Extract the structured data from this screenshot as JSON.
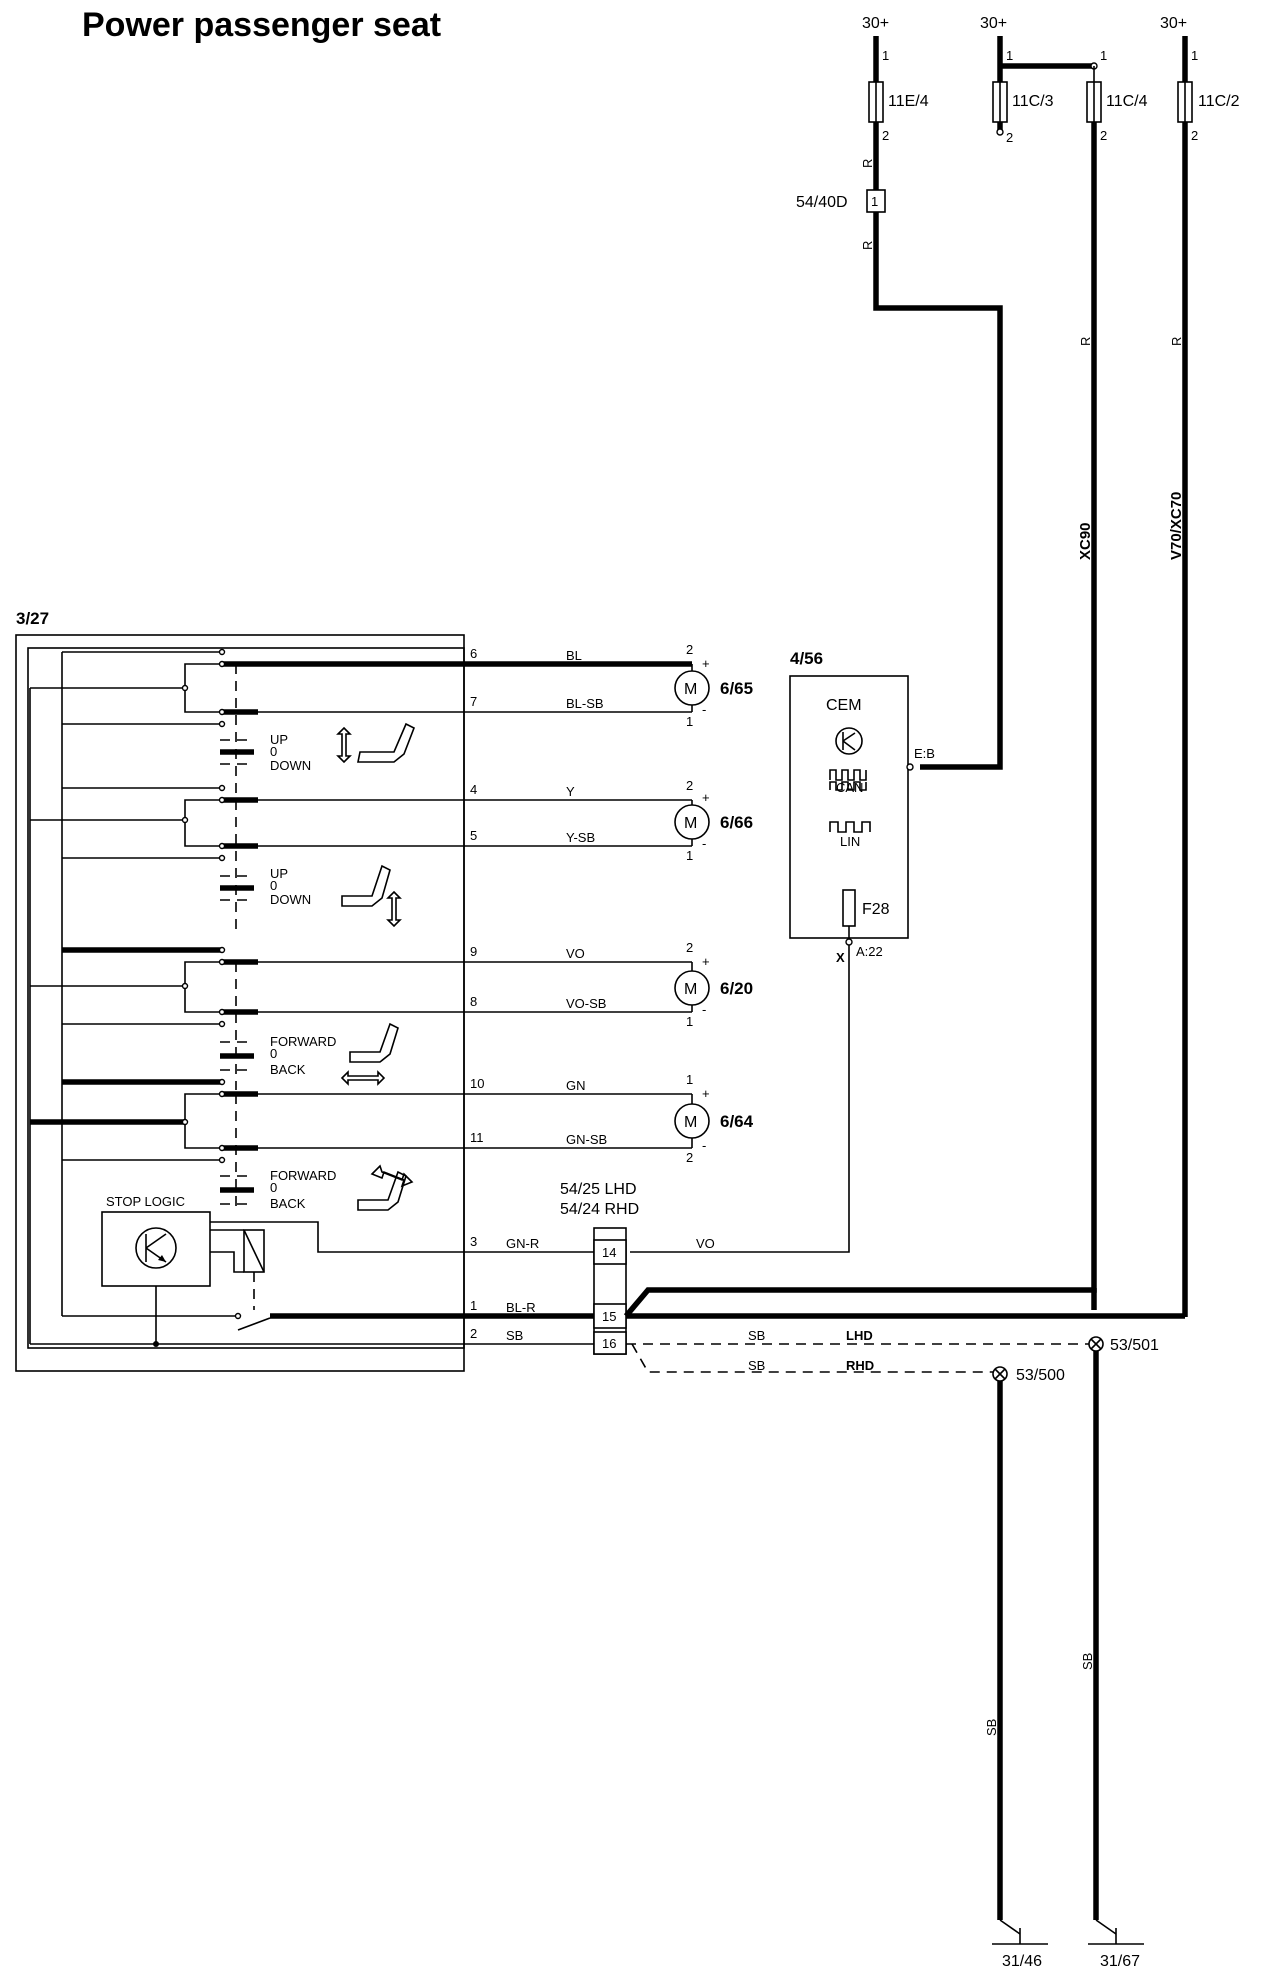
{
  "title": "Power passenger seat",
  "supply": {
    "label": "30+",
    "fuses": [
      "11E/4",
      "11C/3",
      "11C/4",
      "11C/2"
    ],
    "pin_top": "1",
    "pin_bottom": "2"
  },
  "connector_54_40d": {
    "label": "54/40D",
    "pin": "1"
  },
  "wire_colors": {
    "r": "R",
    "bl": "BL",
    "bl_sb": "BL-SB",
    "y": "Y",
    "y_sb": "Y-SB",
    "vo": "VO",
    "vo_sb": "VO-SB",
    "gn": "GN",
    "gn_sb": "GN-SB",
    "gn_r": "GN-R",
    "bl_r": "BL-R",
    "sb": "SB"
  },
  "vehicle_variants": {
    "xc90": "XC90",
    "v70": "V70/XC70"
  },
  "seat_module": {
    "label": "3/27",
    "stop_logic": "STOP LOGIC",
    "pins": [
      "6",
      "7",
      "4",
      "5",
      "9",
      "8",
      "10",
      "11",
      "3",
      "1",
      "2"
    ]
  },
  "switch_positions": {
    "up": "UP",
    "zero": "0",
    "down": "DOWN",
    "forward": "FORWARD",
    "back": "BACK"
  },
  "motors": [
    {
      "label": "6/65",
      "top_pin": "2",
      "bottom_pin": "1"
    },
    {
      "label": "6/66",
      "top_pin": "2",
      "bottom_pin": "1"
    },
    {
      "label": "6/20",
      "top_pin": "2",
      "bottom_pin": "1"
    },
    {
      "label": "6/64",
      "top_pin": "1",
      "bottom_pin": "2"
    }
  ],
  "motor_symbols": {
    "m": "M",
    "plus": "+",
    "minus": "-"
  },
  "cem": {
    "label": "4/56",
    "name": "CEM",
    "can": "CAN",
    "lin": "LIN",
    "fuse": "F28",
    "pin_eb": "E:B",
    "pin_x": "X",
    "pin_a22": "A:22"
  },
  "connector_54_25": {
    "label_lhd": "54/25 LHD",
    "label_rhd": "54/24 RHD",
    "pins": [
      "14",
      "15",
      "16"
    ]
  },
  "ground_splices": {
    "lhd_label": "LHD",
    "rhd_label": "RHD",
    "splice_lhd": "53/501",
    "splice_rhd": "53/500",
    "ground_left": "31/46",
    "ground_right": "31/67"
  }
}
